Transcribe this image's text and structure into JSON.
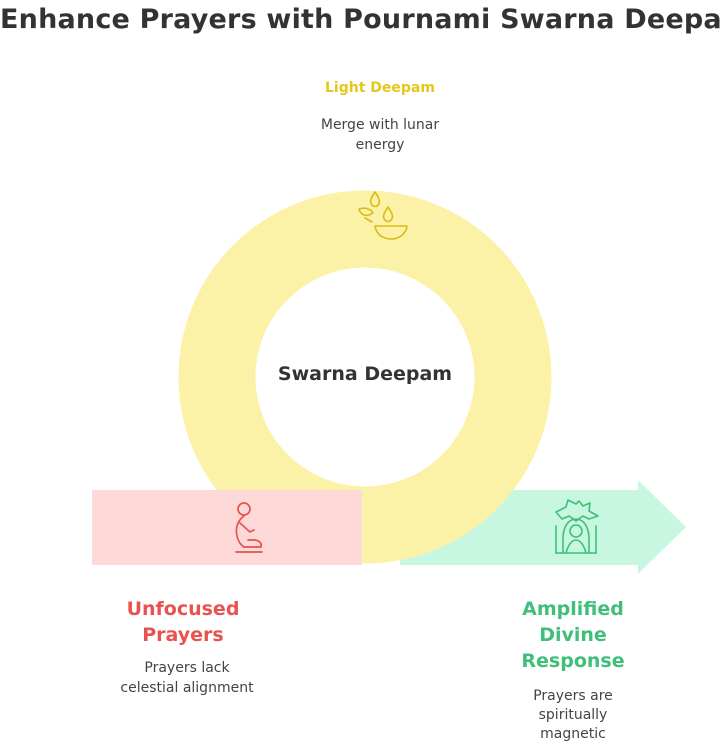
{
  "title": "Enhance Prayers with Pournami Swarna Deepam",
  "center": {
    "label": "Swarna Deepam"
  },
  "top_step": {
    "title": "Light Deepam",
    "description_lines": [
      "Merge with lunar",
      "energy"
    ],
    "icon": "oil-lamp-icon",
    "color": "#e3c81a"
  },
  "left_step": {
    "title_lines": [
      "Unfocused",
      "Prayers"
    ],
    "description_lines": [
      "Prayers lack",
      "celestial alignment"
    ],
    "icon": "kneeling-person-icon",
    "color": "#e8524f"
  },
  "right_step": {
    "title_lines": [
      "Amplified",
      "Divine",
      "Response"
    ],
    "description_lines": [
      "Prayers are",
      "spiritually",
      "magnetic"
    ],
    "icon": "divine-figure-icon",
    "color": "#3fbf7a"
  },
  "colors": {
    "ring": "#fbf1a7",
    "left_box": "#fdd9d8",
    "right_arrow": "#c8f7e1"
  }
}
